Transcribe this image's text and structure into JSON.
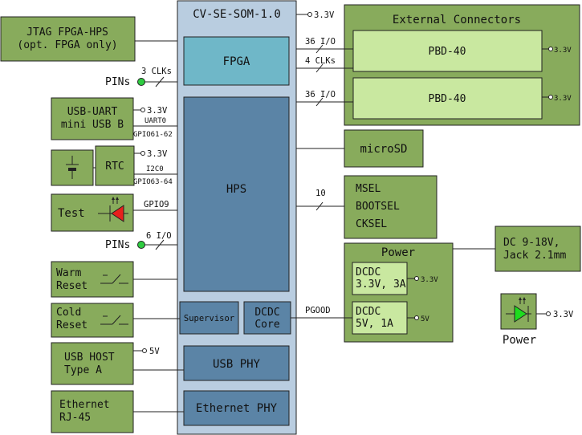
{
  "title": "CV-SE-SOM-1.0",
  "som": {
    "title": "CV-SE-SOM-1.0",
    "supply": "3.3V",
    "fpga": "FPGA",
    "hps": "HPS",
    "supervisor": "Supervisor",
    "dcdc_core_1": "DCDC",
    "dcdc_core_2": "Core",
    "usb_phy": "USB PHY",
    "eth_phy": "Ethernet PHY"
  },
  "left": {
    "jtag_1": "JTAG FPGA-HPS",
    "jtag_2": "(opt. FPGA only)",
    "pins_top": "PINs",
    "clks_3": "3 CLKs",
    "usb_uart_1": "USB-UART",
    "usb_uart_2": "mini USB B",
    "usb_uart_v": "3.3V",
    "uart0": "UART0",
    "gpio61": "GPIO61-62",
    "rtc": "RTC",
    "rtc_v": "3.3V",
    "i2c0": "I2C0",
    "gpio63": "GPIO63-64",
    "test": "Test",
    "gpio9": "GPIO9",
    "pins_bottom": "PINs",
    "io_6": "6 I/O",
    "warm_1": "Warm",
    "warm_2": "Reset",
    "cold_1": "Cold",
    "cold_2": "Reset",
    "usb_host_1": "USB HOST",
    "usb_host_2": "Type A",
    "usb_host_v": "5V",
    "eth_1": "Ethernet",
    "eth_2": "RJ-45"
  },
  "right": {
    "ext_title": "External Connectors",
    "pbd1": "PBD-40",
    "pbd2": "PBD-40",
    "pbd1_v": "3.3V",
    "pbd2_v": "3.3V",
    "io_36a": "36 I/O",
    "clks_4": "4 CLKs",
    "io_36b": "36 I/O",
    "microsd": "microSD",
    "bus_10": "10",
    "msel": "MSEL",
    "bootsel": "BOOTSEL",
    "cksel": "CKSEL",
    "power_title": "Power",
    "dcdc1_1": "DCDC",
    "dcdc1_2": "3.3V, 3A",
    "dcdc1_v": "3.3V",
    "dcdc2_1": "DCDC",
    "dcdc2_2": "5V, 1A",
    "dcdc2_v": "5V",
    "pgood": "PGOOD",
    "dc_in_1": "DC 9-18V,",
    "dc_in_2": "Jack 2.1mm",
    "power_led_label": "Power",
    "power_led_v": "3.3V"
  },
  "colors": {
    "som_body": "#b9cde0",
    "fpga": "#6fb7c8",
    "block_blue": "#5b84a6",
    "green_dark": "#88ab5c",
    "green_light": "#c9e8a0",
    "pin_green": "#2ecc40",
    "led_red": "#e8201c",
    "led_green": "#1edc1e"
  }
}
